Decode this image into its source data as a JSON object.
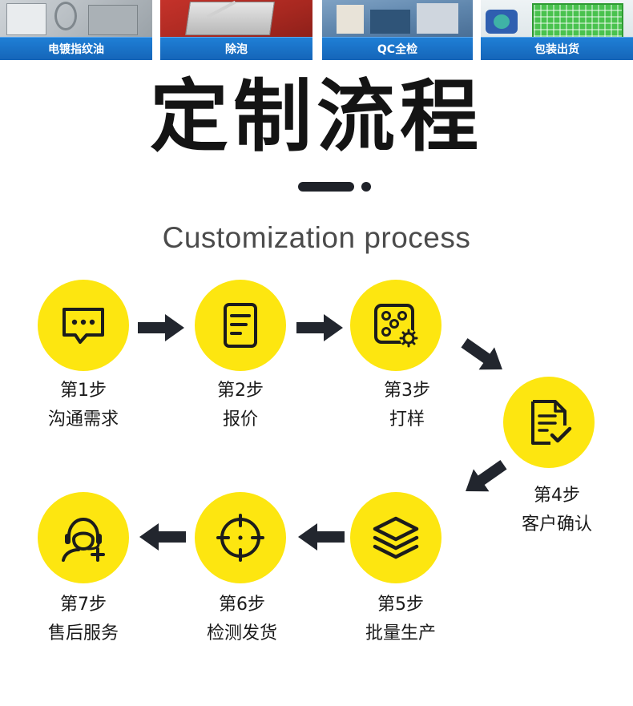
{
  "photo_strip": [
    {
      "caption": "电镀指纹油",
      "scene": "equipment-photo"
    },
    {
      "caption": "除泡",
      "scene": "defoaming-machine-photo"
    },
    {
      "caption": "QC全检",
      "scene": "inspection-photo"
    },
    {
      "caption": "包装出货",
      "scene": "packaging-photo"
    }
  ],
  "heading": {
    "title": "定制流程",
    "subtitle": "Customization process"
  },
  "steps": [
    {
      "number": "第1步",
      "name": "沟通需求",
      "icon": "chat-bubble-icon"
    },
    {
      "number": "第2步",
      "name": "报价",
      "icon": "quotation-document-icon"
    },
    {
      "number": "第3步",
      "name": "打样",
      "icon": "sample-dice-gear-icon"
    },
    {
      "number": "第4步",
      "name": "客户确认",
      "icon": "document-check-icon"
    },
    {
      "number": "第5步",
      "name": "批量生产",
      "icon": "stacked-layers-icon"
    },
    {
      "number": "第6步",
      "name": "检测发货",
      "icon": "crosshair-target-icon"
    },
    {
      "number": "第7步",
      "name": "售后服务",
      "icon": "headset-support-icon"
    }
  ],
  "colors": {
    "step_circle": "#fde610",
    "arrow": "#22262e",
    "caption_bar": "#1a6fc4",
    "icon_stroke": "#1c1c1c"
  }
}
